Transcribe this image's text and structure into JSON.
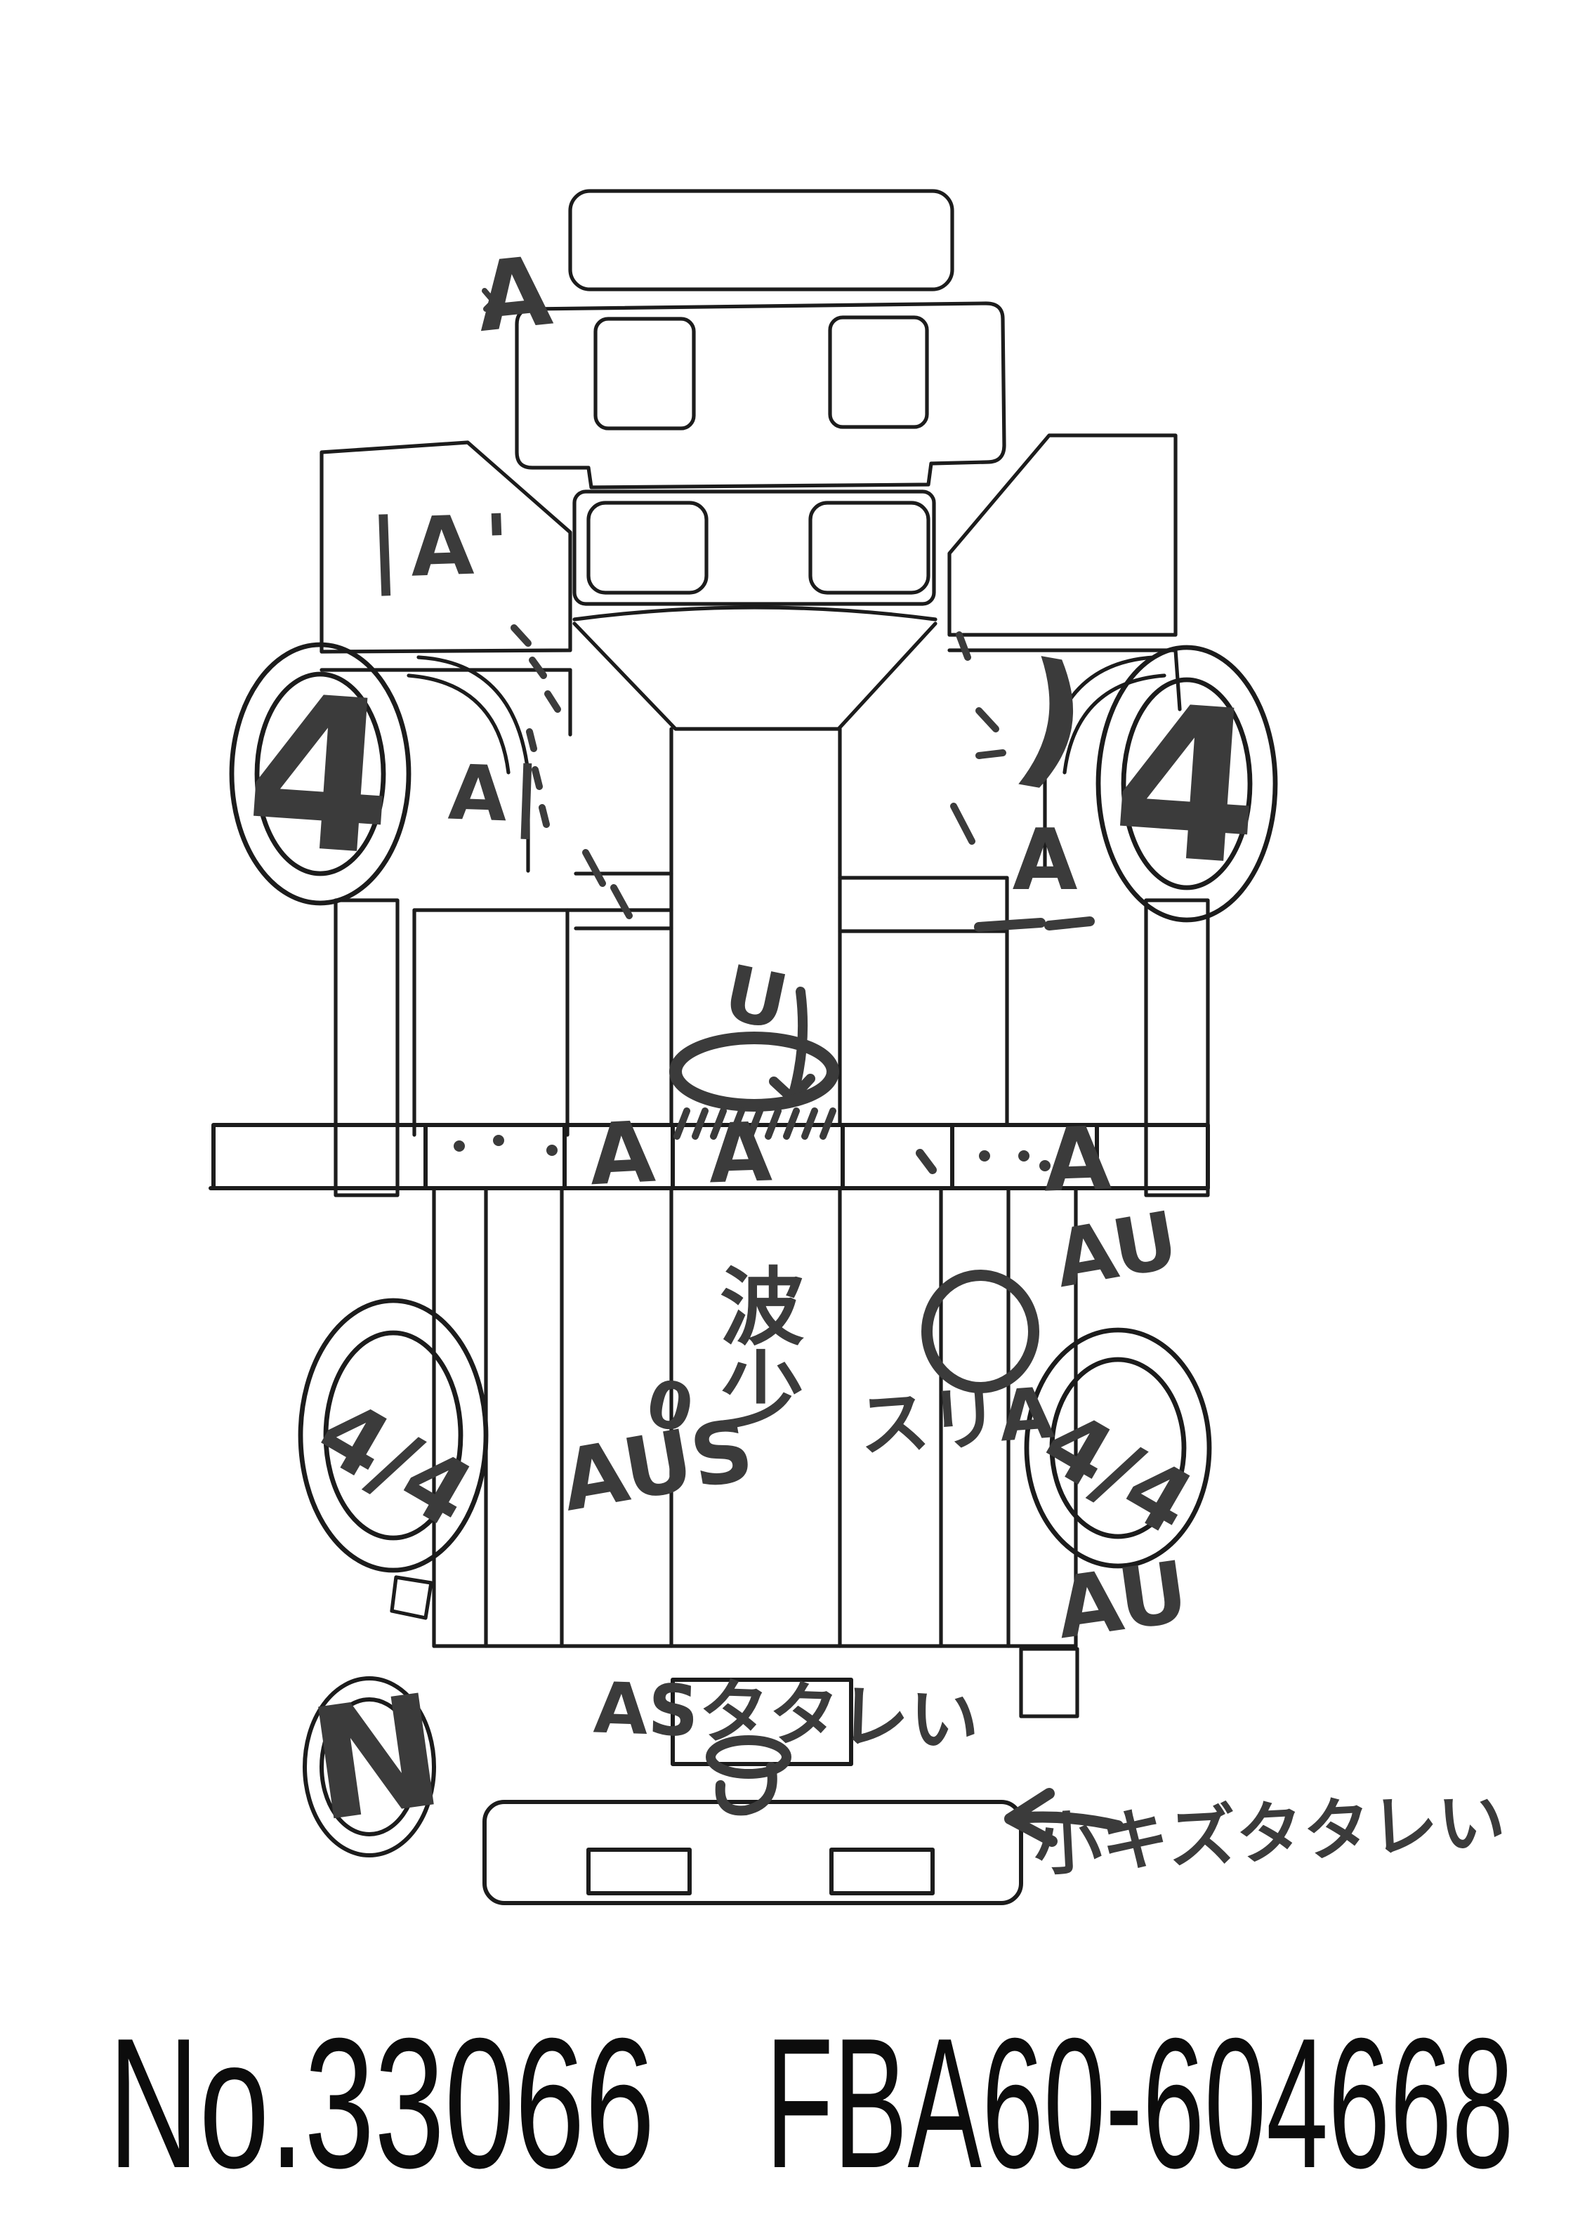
{
  "colors": {
    "paper": "#ffffff",
    "line_ink": "#1c1c1c",
    "marker_ink": "#3b3b3b"
  },
  "footer": {
    "lot_no": "No.33066",
    "ref_code": "FBA60-604668"
  },
  "marks": {
    "front_panel_a": "A",
    "left_flap": "|A'",
    "left_door": "A|",
    "front_wheel_left": "4",
    "front_wheel_right": "4",
    "right_door_curve": ")",
    "right_door_a": "A",
    "u_note": "U",
    "band_a_left": "A",
    "band_a_center": "A",
    "band_a_right": "A",
    "au_upper_right": "AU",
    "slip_note": "スリA",
    "wave_note": "波少",
    "small_o": "0",
    "aus_note": "AUS",
    "rear_wheel_left": "4/4",
    "rear_wheel_right": "4/4",
    "au_lower_right": "AU",
    "spare_wheel_n": "N",
    "as_panel_note": "ASタタレい",
    "bumper_scratch_note": "小キズタタレい"
  }
}
